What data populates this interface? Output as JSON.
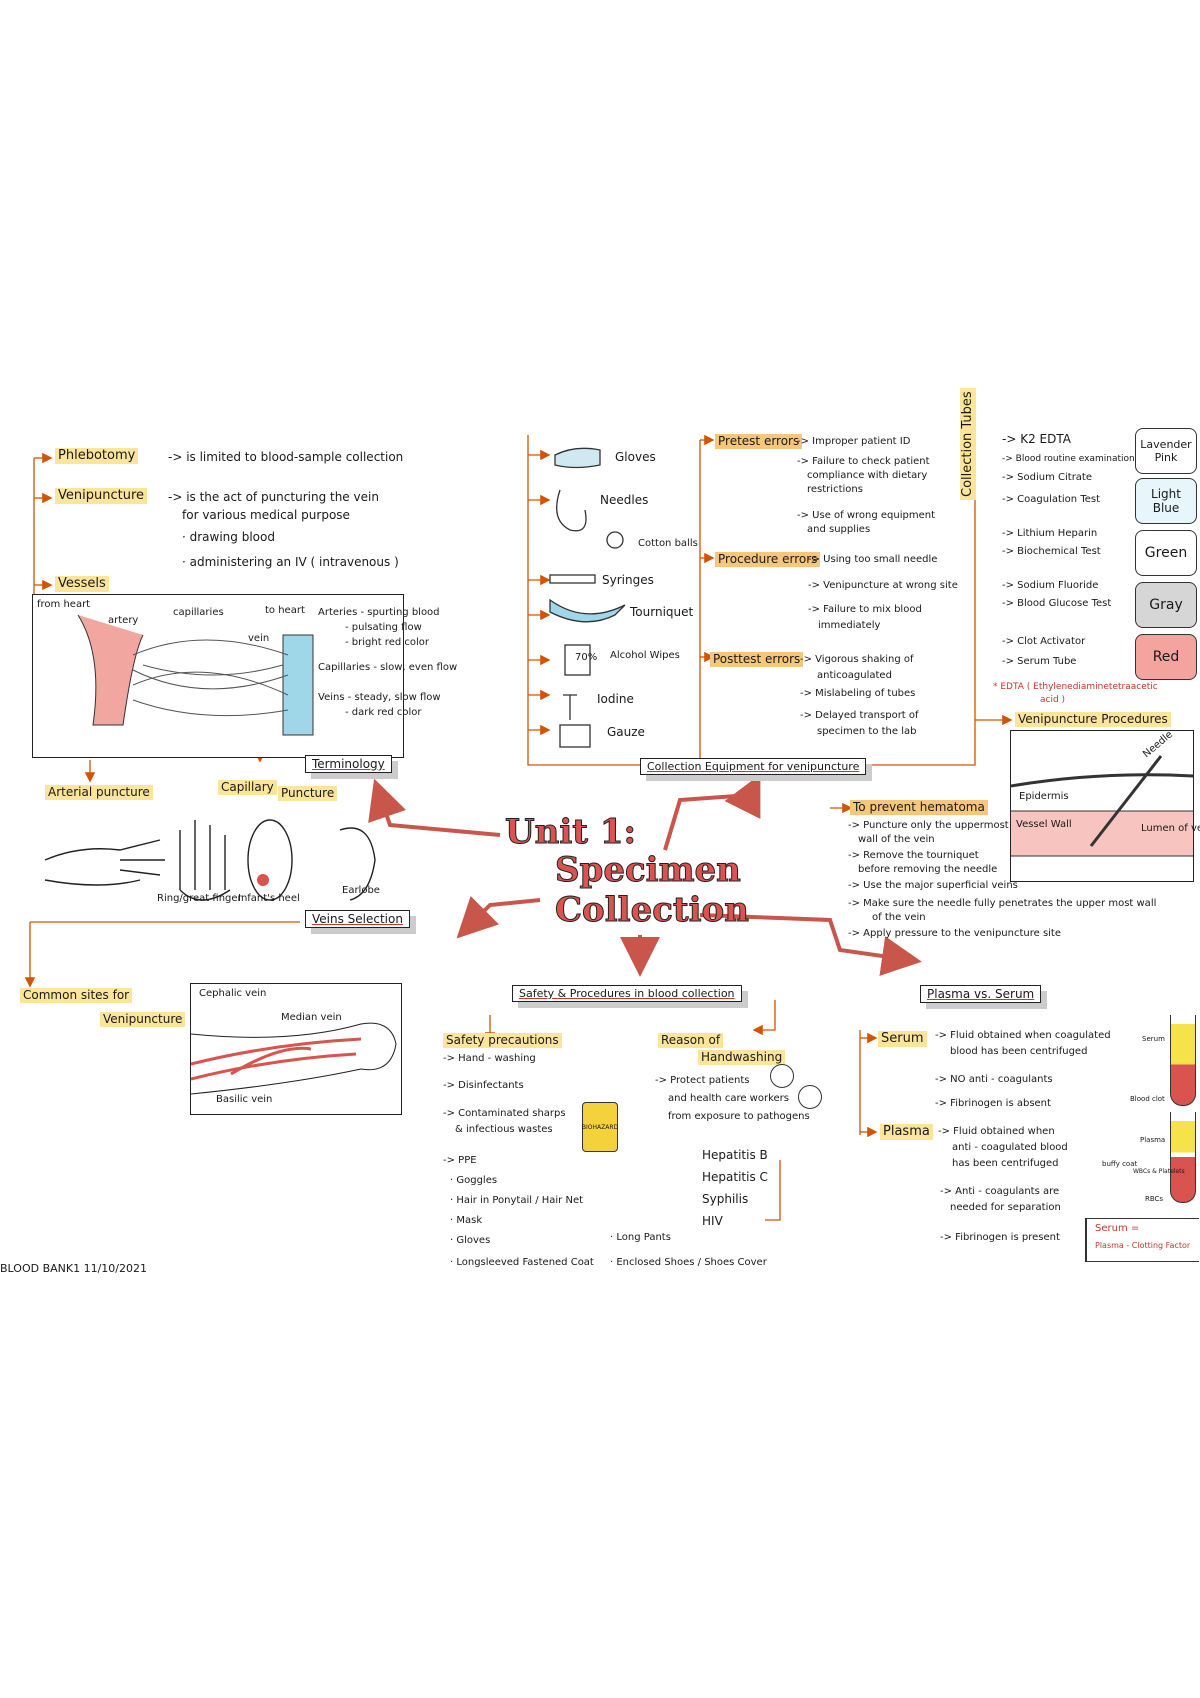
{
  "center": {
    "line1": "Unit 1:",
    "line2": "Specimen",
    "line3": "Collection"
  },
  "footer": "BLOOD BANK1  11/10/2021",
  "terminology": {
    "label": "Terminology",
    "phlebotomy": {
      "term": "Phlebotomy",
      "def": "-> is limited to blood-sample collection"
    },
    "venipuncture": {
      "term": "Venipuncture",
      "def1": "-> is the act of puncturing the vein",
      "def2": "for various medical purpose",
      "b1": "· drawing blood",
      "b2": "· administering an IV ( intravenous )"
    },
    "vessels": {
      "term": "Vessels",
      "from_heart": "from heart",
      "to_heart": "to heart",
      "artery": "artery",
      "capillaries": "capillaries",
      "vein": "vein",
      "arteries": "Arteries - spurting blood",
      "arteries2": "- pulsating flow",
      "arteries3": "- bright red color",
      "capillaries_txt": "Capillaries - slow, even flow",
      "veins": "Veins - steady, slow flow",
      "veins2": "- dark red color"
    }
  },
  "punctures": {
    "arterial": "Arterial puncture",
    "capillary": "Capillary",
    "capillary2": "Puncture",
    "ring": "Ring/great finger",
    "infant": "Infant's heel",
    "earlobe": "Earlobe"
  },
  "vein_selection": {
    "label": "Veins Selection",
    "common": "Common sites for",
    "common2": "Venipuncture",
    "cephalic": "Cephalic vein",
    "median": "Median vein",
    "basilic": "Basilic vein"
  },
  "equipment": {
    "label": "Collection Equipment for venipuncture",
    "gloves": "Gloves",
    "needles": "Needles",
    "cotton": "Cotton balls",
    "syringes": "Syringes",
    "tourniquet": "Tourniquet",
    "alcohol": "Alcohol Wipes",
    "alcohol_pct": "70%",
    "iodine": "Iodine",
    "gauze": "Gauze"
  },
  "errors": {
    "pretest": "Pretest errors",
    "pre1": "-> Improper patient ID",
    "pre2": "-> Failure to check patient",
    "pre2b": "compliance with dietary",
    "pre2c": "restrictions",
    "pre3": "-> Use of wrong equipment",
    "pre3b": "and supplies",
    "procedure": "Procedure errors",
    "pro1": "-> Using too small needle",
    "pro2": "-> Venipuncture at wrong site",
    "pro3": "-> Failure to mix blood",
    "pro3b": "immediately",
    "posttest": "Posttest errors",
    "post1": "-> Vigorous shaking of",
    "post1b": "anticoagulated",
    "post2": "-> Mislabeling of tubes",
    "post3": "-> Delayed transport of",
    "post3b": "specimen to the lab"
  },
  "tubes": {
    "title": "Collection Tubes",
    "k2": "-> K2 EDTA",
    "k2a": "-> Blood routine examination",
    "citrate": "-> Sodium Citrate",
    "citrate_a": "-> Coagulation Test",
    "heparin": "-> Lithium Heparin",
    "heparin_a": "-> Biochemical Test",
    "fluoride": "-> Sodium Fluoride",
    "fluoride_a": "-> Blood Glucose Test",
    "clot": "-> Clot Activator",
    "serum": "-> Serum Tube",
    "edta_note": "* EDTA ( Ethylenediaminetetraacetic",
    "edta_note2": "acid )",
    "lavender": "Lavender",
    "pink": "Pink",
    "light": "Light",
    "blue": "Blue",
    "green": "Green",
    "gray": "Gray",
    "red": "Red"
  },
  "procedures": {
    "label": "Venipuncture Procedures",
    "needle": "Needle",
    "epidermis": "Epidermis",
    "vessel_wall": "Vessel Wall",
    "lumen": "Lumen of vein",
    "hematoma": "To prevent hematoma",
    "h1": "-> Puncture only the uppermost",
    "h1b": "wall of the vein",
    "h2": "-> Remove the tourniquet",
    "h2b": "before removing the needle",
    "h3": "-> Use the major superficial veins",
    "h4": "-> Make sure the needle fully penetrates the upper most wall",
    "h4b": "of the vein",
    "h5": "-> Apply pressure to the venipuncture site"
  },
  "safety": {
    "label": "Safety & Procedures in blood collection",
    "precautions": "Safety precautions",
    "p1": "-> Hand - washing",
    "p2": "-> Disinfectants",
    "p3": "-> Contaminated sharps",
    "p3b": "& infectious wastes",
    "ppe": "-> PPE",
    "g": "· Goggles",
    "hair": "· Hair in Ponytail / Hair Net",
    "mask": "· Mask",
    "gloves": "· Gloves",
    "pants": "· Long Pants",
    "coat": "· Longsleeved Fastened Coat",
    "shoes": "· Enclosed Shoes / Shoes Cover",
    "reason": "Reason of",
    "reason2": "Handwashing",
    "r1": "-> Protect patients",
    "r2": "and health care workers",
    "r3": "from exposure to pathogens",
    "hepb": "Hepatitis B",
    "hepc": "Hepatitis C",
    "syph": "Syphilis",
    "hiv": "HIV",
    "biohazard": "BIOHAZARD"
  },
  "plasma_serum": {
    "label": "Plasma vs. Serum",
    "serum": "Serum",
    "s1": "-> Fluid obtained when coagulated",
    "s1b": "blood has been centrifuged",
    "s2": "-> NO anti - coagulants",
    "s3": "-> Fibrinogen is absent",
    "plasma": "Plasma",
    "pl1": "-> Fluid obtained when",
    "pl1b": "anti - coagulated blood",
    "pl1c": "has been centrifuged",
    "pl2": "-> Anti - coagulants are",
    "pl2b": "needed for separation",
    "pl3": "-> Fibrinogen is present",
    "eq": "Serum =",
    "eq2": "Plasma - Clotting Factor",
    "t_serum": "Serum",
    "t_clot": "Blood clot",
    "t_plasma": "Plasma",
    "t_buffy": "buffy coat",
    "t_wbc": "WBCs & Platelets",
    "t_rbc": "RBCs"
  }
}
